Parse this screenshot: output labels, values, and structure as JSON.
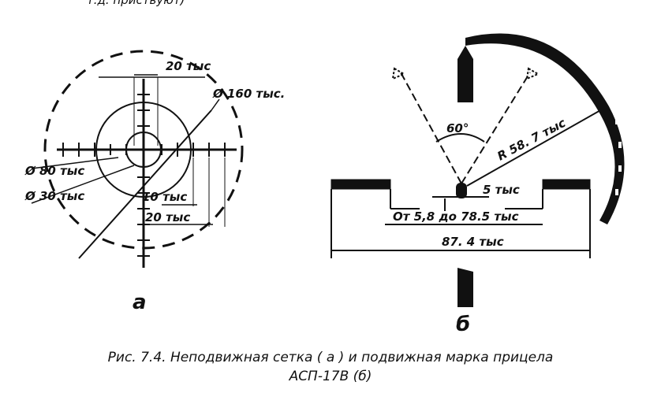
{
  "top_fragment": "т.д. приствуют)",
  "caption": {
    "line1": "Рис. 7.4. Неподвижная сетка ( а ) и подвижная марка прицела",
    "line2": "АСП-17В (б)"
  },
  "reticle_a": {
    "label": "а",
    "dims": {
      "d160": "Ø 160 тыс.",
      "d80": "Ø 80 тыс",
      "d30": "Ø 30 тыс",
      "step20": "20 тыс",
      "tick10": "10 тыс",
      "tick20": "20 тыс"
    }
  },
  "mark_b": {
    "label": "б",
    "dims": {
      "angle": "60°",
      "radius": "R 58. 7 тыс",
      "dot": "5 тыс",
      "range": "От 5,8 до 78.5 тыс",
      "width": "87. 4 тыс"
    }
  }
}
